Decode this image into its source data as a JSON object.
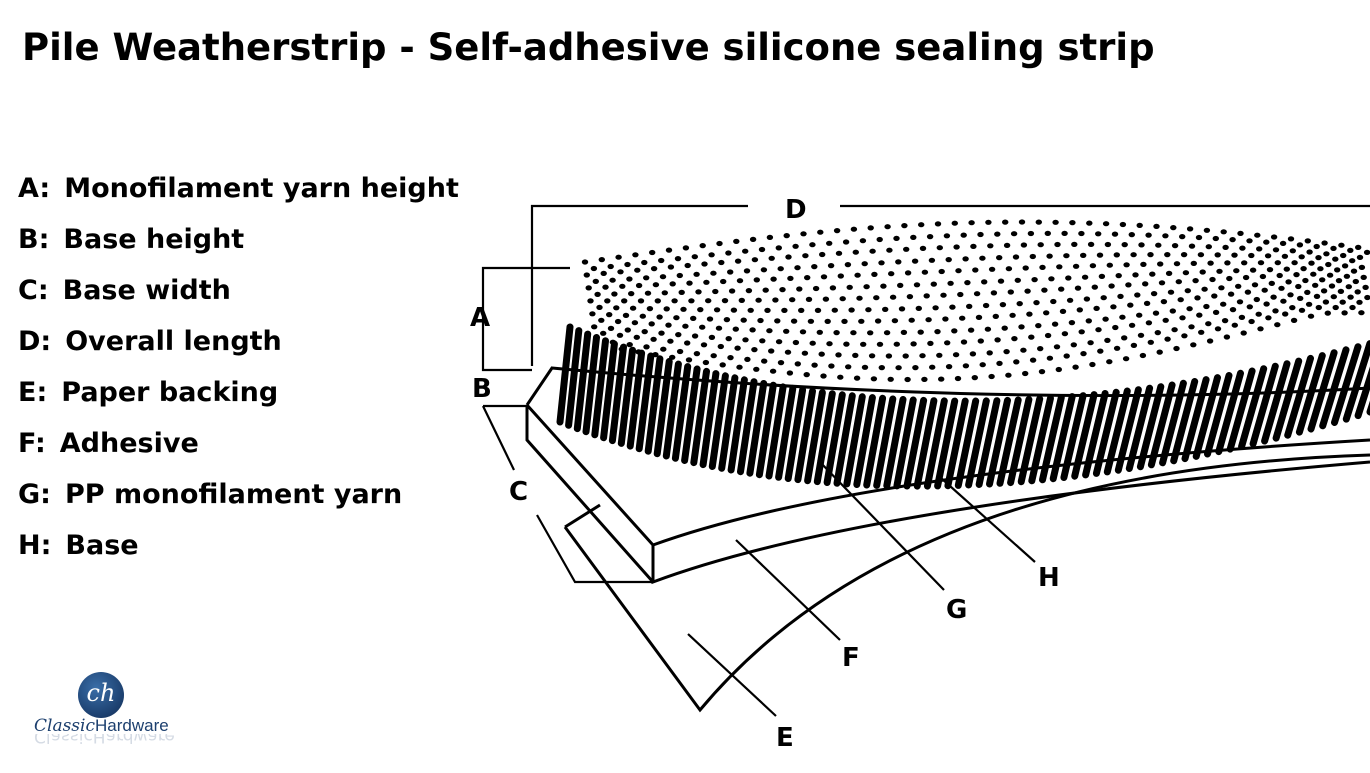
{
  "title": "Pile Weatherstrip - Self-adhesive silicone sealing strip",
  "legend": [
    {
      "key": "A:",
      "text": "Monofilament yarn height"
    },
    {
      "key": "B:",
      "text": "Base height"
    },
    {
      "key": "C:",
      "text": "Base width"
    },
    {
      "key": "D:",
      "text": "Overall length"
    },
    {
      "key": "E:",
      "text": "Paper backing"
    },
    {
      "key": "F:",
      "text": "Adhesive"
    },
    {
      "key": "G:",
      "text": "PP monofilament yarn"
    },
    {
      "key": "H:",
      "text": "Base"
    }
  ],
  "callouts": {
    "A": "A",
    "B": "B",
    "C": "C",
    "D": "D",
    "E": "E",
    "F": "F",
    "G": "G",
    "H": "H"
  },
  "logo": {
    "mark": "ch",
    "text_part1": "Classic",
    "text_part2": "Hardware",
    "color": "#1c3f6e"
  },
  "colors": {
    "ink": "#000000",
    "background": "#ffffff"
  }
}
